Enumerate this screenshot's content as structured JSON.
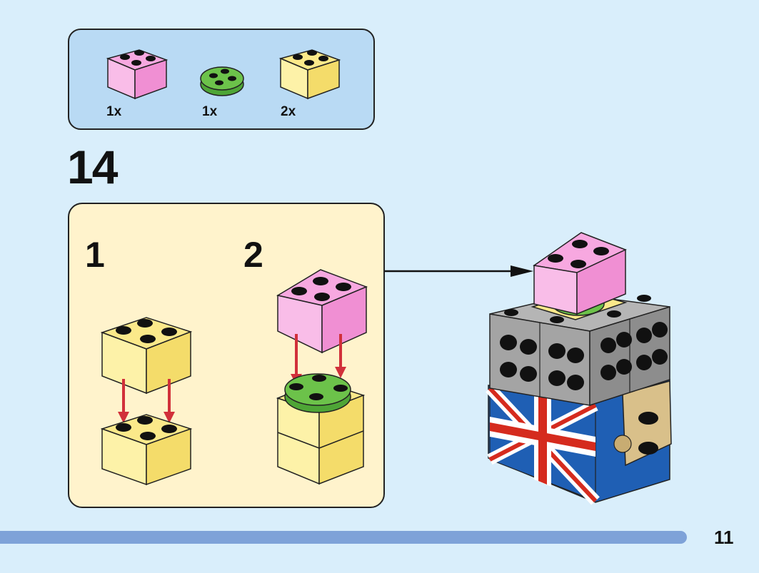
{
  "parts": [
    {
      "name": "pink 2x2 brick",
      "qty": "1x",
      "color": "#f7a8e0"
    },
    {
      "name": "green 2x2 round plate",
      "qty": "1x",
      "color": "#6cc24a"
    },
    {
      "name": "yellow 2x2 brick",
      "qty": "2x",
      "color": "#fbe98a"
    }
  ],
  "step": {
    "number": "14"
  },
  "substeps": [
    {
      "number": "1"
    },
    {
      "number": "2"
    }
  ],
  "page": {
    "number": "11"
  },
  "colors": {
    "background": "#d9eefb",
    "parts_panel": "#b9daf4",
    "substep_panel": "#fff3cc",
    "progress_bar": "#7ea2d8",
    "arrow_red": "#d1303a",
    "pink": "#f7a8e0",
    "yellow": "#fbe98a",
    "green": "#6cc24a",
    "gray": "#a4a4a4",
    "flag_blue": "#1f5fb4",
    "flag_red": "#d52b1e",
    "tan": "#d9c08a"
  }
}
